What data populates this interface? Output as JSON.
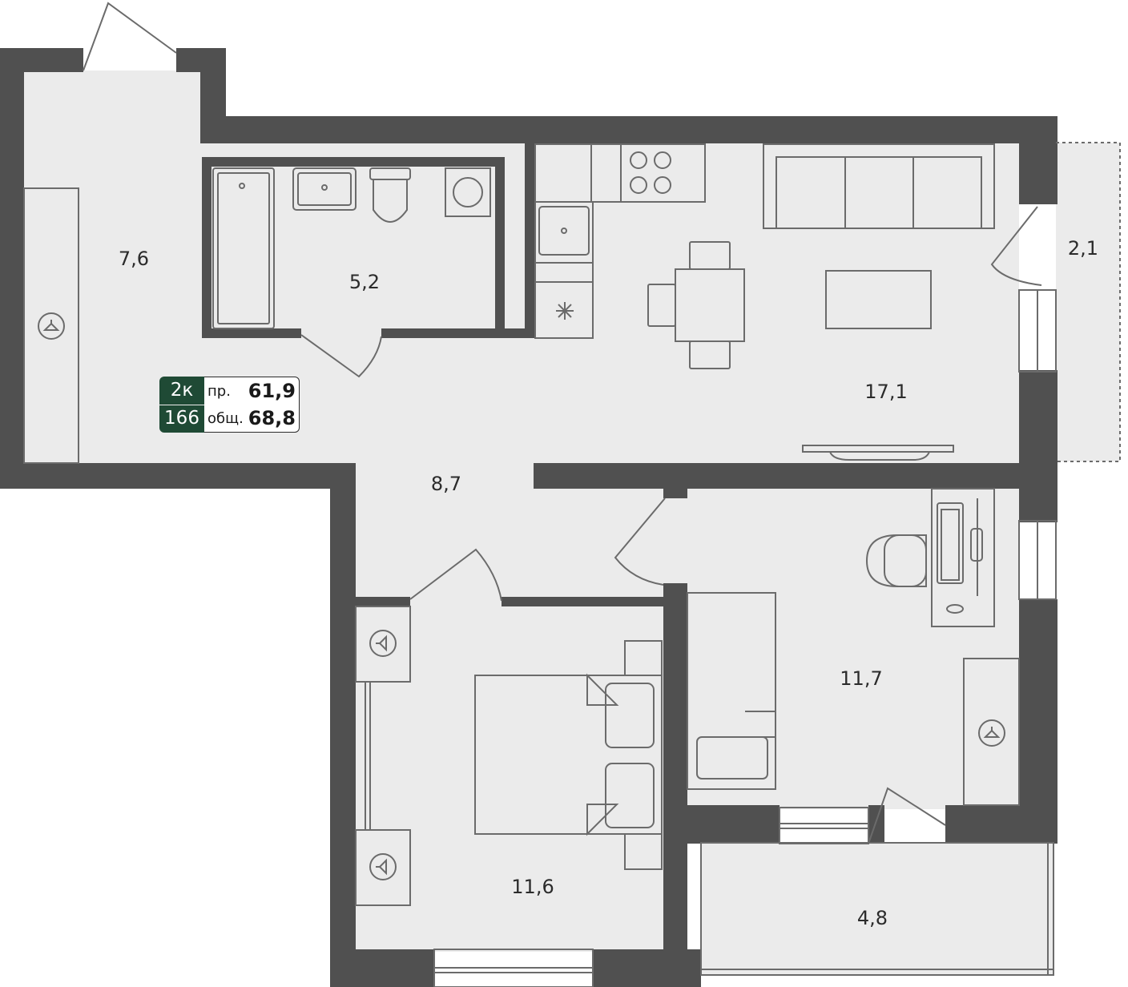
{
  "rooms": {
    "wardrobe_hall": "7,6",
    "bathroom": "5,2",
    "kitchen_living": "17,1",
    "loggia_small": "2,1",
    "corridor": "8,7",
    "bedroom_right": "11,7",
    "bedroom_left": "11,6",
    "balcony": "4,8"
  },
  "badge": {
    "rooms": "2к",
    "number": "166",
    "living_label": "пр.",
    "living_area": "61,9",
    "total_label": "общ.",
    "total_area": "68,8"
  },
  "colors": {
    "wall": "#505050",
    "floor": "#ebebeb",
    "badge": "#1f4a35",
    "line": "#6b6b6b"
  }
}
